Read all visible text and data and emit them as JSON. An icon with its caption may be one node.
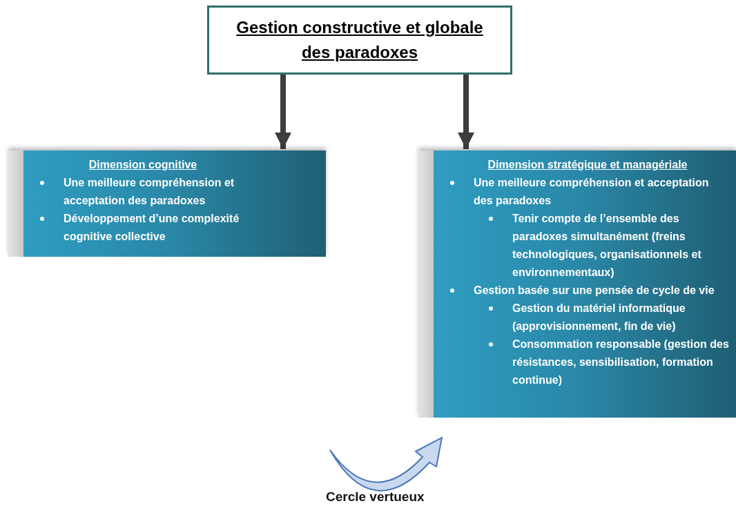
{
  "diagram": {
    "nodes": [
      {
        "text": [
          "Gestion constructive et globale des paradoxes"
        ]
      },
      {
        "text": [
          "Dimension cognitive",
          "Une meilleure compréhension et acceptation des paradoxes",
          "Développement d’une complexité cognitive collective"
        ]
      },
      {
        "text": [
          "Dimension stratégique et managériale",
          "Une meilleure compréhension et acceptation des paradoxes",
          "Tenir compte de l’ensemble des paradoxes simultanément (freins technologiques, organisationnels et environnementaux)",
          "Gestion basée sur une pensée de cycle de vie",
          "Gestion du matériel informatique (approvisionnement, fin de vie)",
          "Consommation responsable (gestion des résistances, sensibilisation, formation continue)"
        ]
      }
    ],
    "edges": [
      {
        "from": 0,
        "to": 1,
        "arrow": "to"
      },
      {
        "from": 0,
        "to": 2,
        "arrow": "to"
      }
    ],
    "labels": [
      "Cercle vertueux"
    ]
  }
}
